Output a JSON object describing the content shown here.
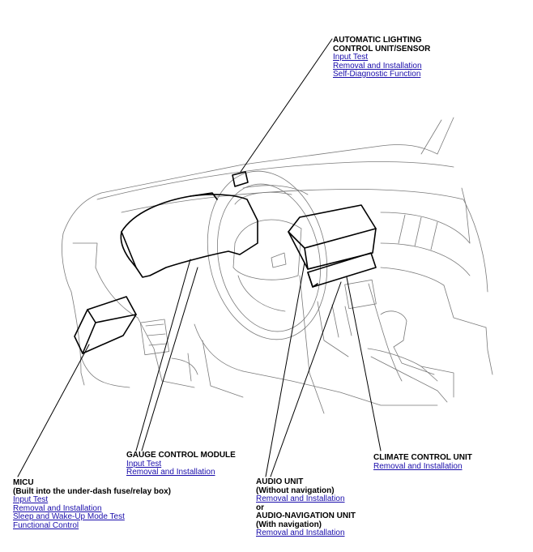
{
  "colors": {
    "link": "#1a0dab",
    "line": "#000000",
    "background": "#ffffff"
  },
  "callouts": {
    "lighting": {
      "title_1": "AUTOMATIC LIGHTING",
      "title_2": "CONTROL UNIT/SENSOR",
      "links": [
        "Input Test",
        "Removal and Installation",
        "Self-Diagnostic Function"
      ]
    },
    "gauge": {
      "title": "GAUGE CONTROL MODULE",
      "links": [
        "Input Test",
        "Removal and Installation"
      ]
    },
    "climate": {
      "title": "CLIMATE CONTROL UNIT",
      "links": [
        "Removal and Installation"
      ]
    },
    "micu": {
      "title": "MICU",
      "subtitle": "(Built into the under-dash fuse/relay box)",
      "links": [
        "Input Test",
        "Removal and Installation",
        "Sleep and Wake-Up Mode Test",
        "Functional Control"
      ]
    },
    "audio": {
      "title": "AUDIO UNIT",
      "subtitle": "(Without navigation)",
      "link_1": "Removal and Installation",
      "or": "or",
      "nav_title": "AUDIO-NAVIGATION UNIT",
      "nav_subtitle": "(With navigation)",
      "link_2": "Removal and Installation"
    }
  }
}
